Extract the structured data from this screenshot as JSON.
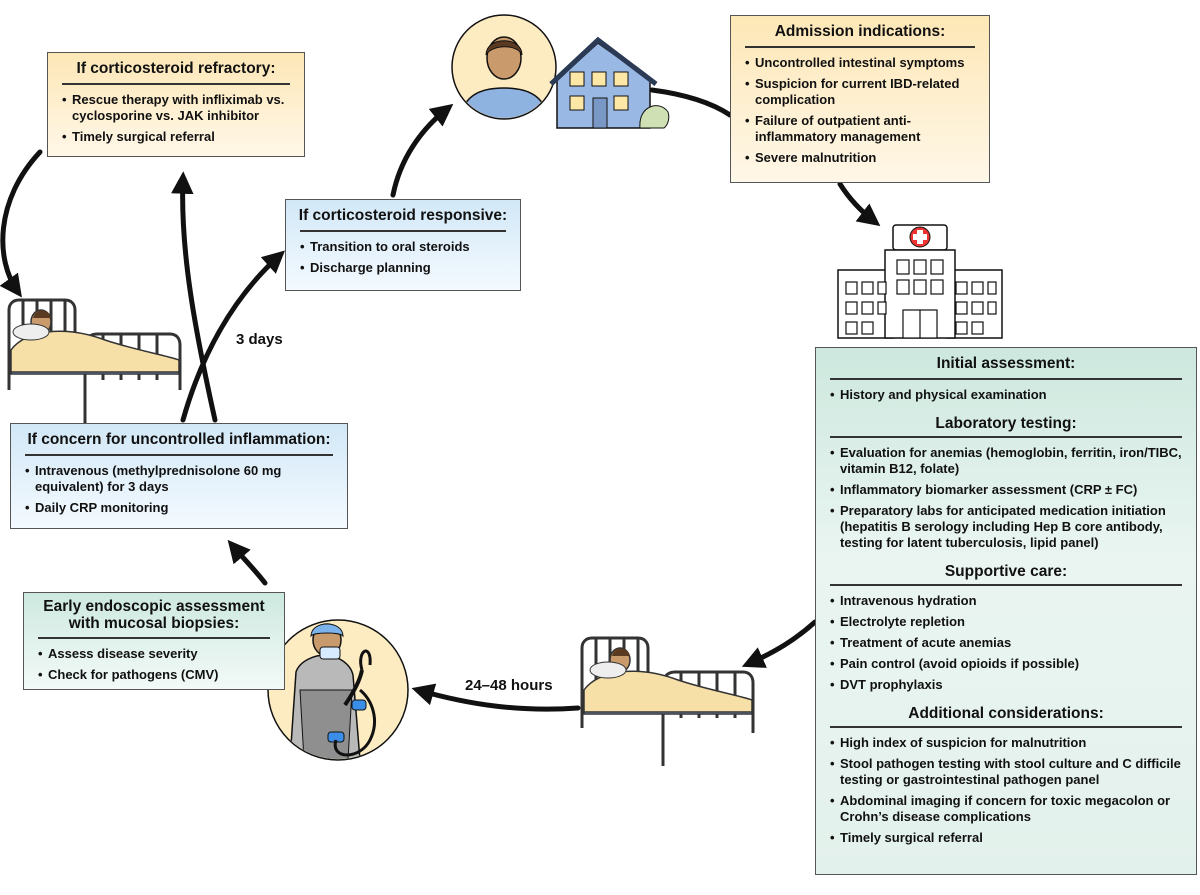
{
  "boxes": {
    "refractory": {
      "title": "If corticosteroid refractory:",
      "items": [
        "Rescue therapy with infliximab vs. cyclosporine vs. JAK inhibitor",
        "Timely surgical referral"
      ]
    },
    "responsive": {
      "title": "If corticosteroid responsive:",
      "items": [
        "Transition to oral steroids",
        "Discharge planning"
      ]
    },
    "admission": {
      "title": "Admission indications:",
      "items": [
        "Uncontrolled intestinal symptoms",
        "Suspicion for current IBD-related complication",
        "Failure of outpatient anti-inflammatory management",
        "Severe malnutrition"
      ]
    },
    "inflammation": {
      "title": "If concern for uncontrolled inflammation:",
      "items": [
        "Intravenous (methylprednisolone 60 mg equivalent) for 3 days",
        "Daily CRP monitoring"
      ]
    },
    "endoscopic": {
      "title": "Early endoscopic assessment with mucosal biopsies:",
      "items": [
        "Assess disease severity",
        "Check for pathogens (CMV)"
      ]
    },
    "assessment": {
      "initial": {
        "title": "Initial assessment:",
        "items": [
          "History and physical examination"
        ]
      },
      "lab": {
        "title": "Laboratory testing:",
        "items": [
          "Evaluation for anemias (hemoglobin, ferritin, iron/TIBC, vitamin B12, folate)",
          "Inflammatory biomarker assessment (CRP ± FC)",
          "Preparatory labs for anticipated medication initiation (hepatitis B serology including Hep B core antibody, testing for latent tuberculosis, lipid panel)"
        ]
      },
      "supportive": {
        "title": "Supportive care:",
        "items": [
          "Intravenous hydration",
          "Electrolyte repletion",
          "Treatment of acute anemias",
          "Pain control (avoid opioids if possible)",
          "DVT prophylaxis"
        ]
      },
      "additional": {
        "title": "Additional considerations:",
        "items": [
          "High index of suspicion for malnutrition",
          "Stool pathogen testing with stool culture and C difficile testing or gastrointestinal pathogen panel",
          "Abdominal imaging if concern for toxic megacolon or Crohn’s disease complications",
          "Timely surgical referral"
        ]
      }
    }
  },
  "labels": {
    "three_days": "3 days",
    "hours": "24–48 hours"
  },
  "icons": [
    "patient-home-icon",
    "hospital-icon",
    "bed-patient-icon",
    "endoscopist-icon"
  ],
  "colors": {
    "orange_box": "#fde7b6",
    "blue_box": "#d2e8f7",
    "green_box": "#cde8de",
    "arrow": "#111111"
  }
}
